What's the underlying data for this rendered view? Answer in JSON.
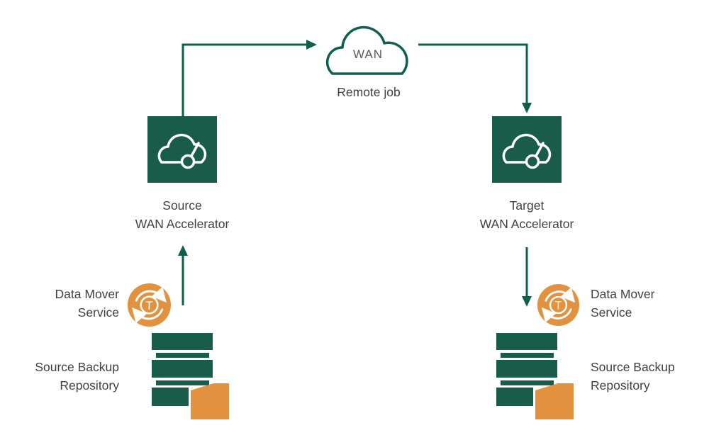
{
  "colors": {
    "brand_green": "#1a5c4a",
    "line_green": "#0e5f4b",
    "orange": "#e2923e",
    "text_gray": "#404040",
    "wan_text_gray": "#595959",
    "background": "#ffffff"
  },
  "wan_cloud": {
    "label": "WAN",
    "caption": "Remote job"
  },
  "accelerators": {
    "source": {
      "line1": "Source",
      "line2": "WAN Accelerator"
    },
    "target": {
      "line1": "Target",
      "line2": "WAN Accelerator"
    }
  },
  "left_column": {
    "data_mover": {
      "line1": "Data Mover",
      "line2": "Service"
    },
    "repository": {
      "line1": "Source Backup",
      "line2": "Repository"
    }
  },
  "right_column": {
    "data_mover": {
      "line1": "Data Mover",
      "line2": "Service"
    },
    "repository": {
      "line1": "Source Backup",
      "line2": "Repository"
    }
  },
  "icons": {
    "mover_letter": "T"
  }
}
